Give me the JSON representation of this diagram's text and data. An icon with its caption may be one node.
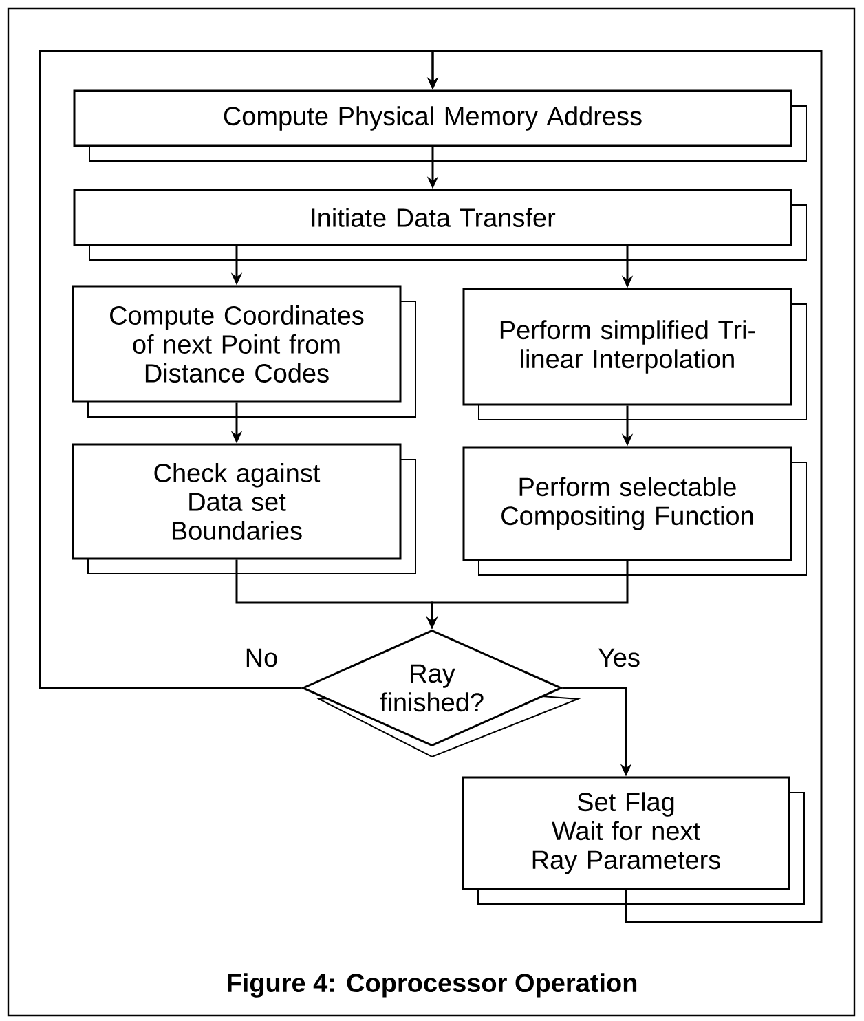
{
  "diagram": {
    "caption": "Figure 4: Coprocessor Operation",
    "nodes": [
      {
        "text": [
          "Compute Physical Memory Address"
        ]
      },
      {
        "text": [
          "Initiate Data Transfer"
        ]
      },
      {
        "text": [
          "Compute Coordinates of next Point from Distance Codes"
        ]
      },
      {
        "text": [
          "Perform simplified Tri-linear Interpolation"
        ]
      },
      {
        "text": [
          "Check against Data set Boundaries"
        ]
      },
      {
        "text": [
          "Perform selectable Compositing Function"
        ]
      },
      {
        "text": [
          "Ray finished?"
        ]
      },
      {
        "text": [
          "Set Flag",
          "Wait for next Ray Parameters"
        ]
      }
    ],
    "edges": [
      {
        "from": 0,
        "to": 1,
        "arrow": "to"
      },
      {
        "from": 1,
        "to": 2,
        "arrow": "to"
      },
      {
        "from": 1,
        "to": 3,
        "arrow": "to"
      },
      {
        "from": 2,
        "to": 4,
        "arrow": "to"
      },
      {
        "from": 3,
        "to": 5,
        "arrow": "to"
      },
      {
        "from": 4,
        "to": 6,
        "arrow": "to"
      },
      {
        "from": 5,
        "to": 6,
        "arrow": "to"
      },
      {
        "from": 6,
        "to": 0,
        "arrow": "to",
        "label": "No"
      },
      {
        "from": 6,
        "to": 7,
        "arrow": "to",
        "label": "Yes"
      },
      {
        "from": 7,
        "to": 0,
        "arrow": "to"
      }
    ]
  }
}
